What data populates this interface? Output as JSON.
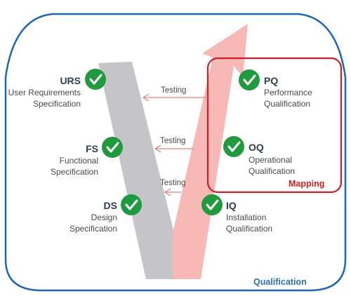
{
  "labels": {
    "frame_title": "Qualification",
    "mapping_title": "Mapping",
    "testing": [
      "Testing",
      "Testing",
      "Testing"
    ]
  },
  "specs": [
    {
      "abbr": "URS",
      "line1": "User Requirements",
      "line2": "Specification"
    },
    {
      "abbr": "FS",
      "line1": "Functional",
      "line2": "Specification"
    },
    {
      "abbr": "DS",
      "line1": "Design",
      "line2": "Specification"
    }
  ],
  "quals": [
    {
      "abbr": "PQ",
      "line1": "Performance",
      "line2": "Qualification"
    },
    {
      "abbr": "OQ",
      "line1": "Operational",
      "line2": "Qualification"
    },
    {
      "abbr": "IQ",
      "line1": "Installation",
      "line2": "Qualification"
    }
  ],
  "icons": {
    "status": "checkmark-icon"
  },
  "colors": {
    "frame_border": "#1f67b1",
    "left_arm": "#c4c4c9",
    "right_arm": "#f6b9b6",
    "mapping_border": "#cc1f2a",
    "check_fill": "#1f9a3f",
    "arrow_line": "#d9827c"
  }
}
